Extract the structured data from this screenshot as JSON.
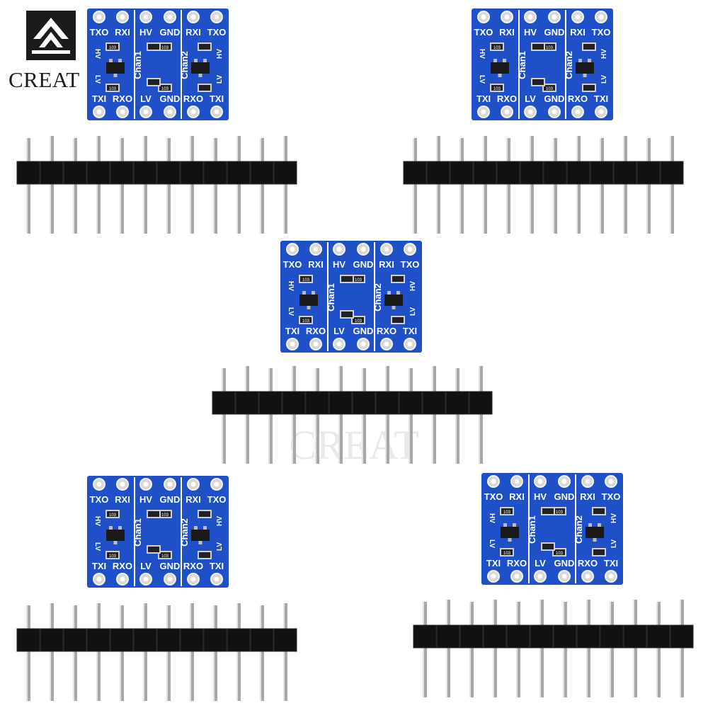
{
  "brand": {
    "logo_text": "CREAT",
    "watermark_text": "CREAT"
  },
  "board": {
    "top_labels": [
      "TXO",
      "RXI",
      "HV",
      "GND",
      "RXI",
      "TXO"
    ],
    "bottom_labels": [
      "TXI",
      "RXO",
      "LV",
      "GND",
      "RXO",
      "TXI"
    ],
    "channel_labels": [
      "Chan1",
      "Chan2"
    ],
    "side_labels": [
      "HV",
      "LV"
    ],
    "resistor_codes": [
      "103",
      "103",
      "103",
      "103"
    ],
    "pcb_color": "#1f50c8",
    "silk_color": "#ffffff"
  },
  "pin_header": {
    "pin_count": 12,
    "body_color": "#111111",
    "pin_color": "#a7a7a7"
  },
  "modules": [
    {
      "id": "top-left"
    },
    {
      "id": "top-right"
    },
    {
      "id": "center"
    },
    {
      "id": "bottom-left"
    },
    {
      "id": "bottom-right"
    }
  ]
}
